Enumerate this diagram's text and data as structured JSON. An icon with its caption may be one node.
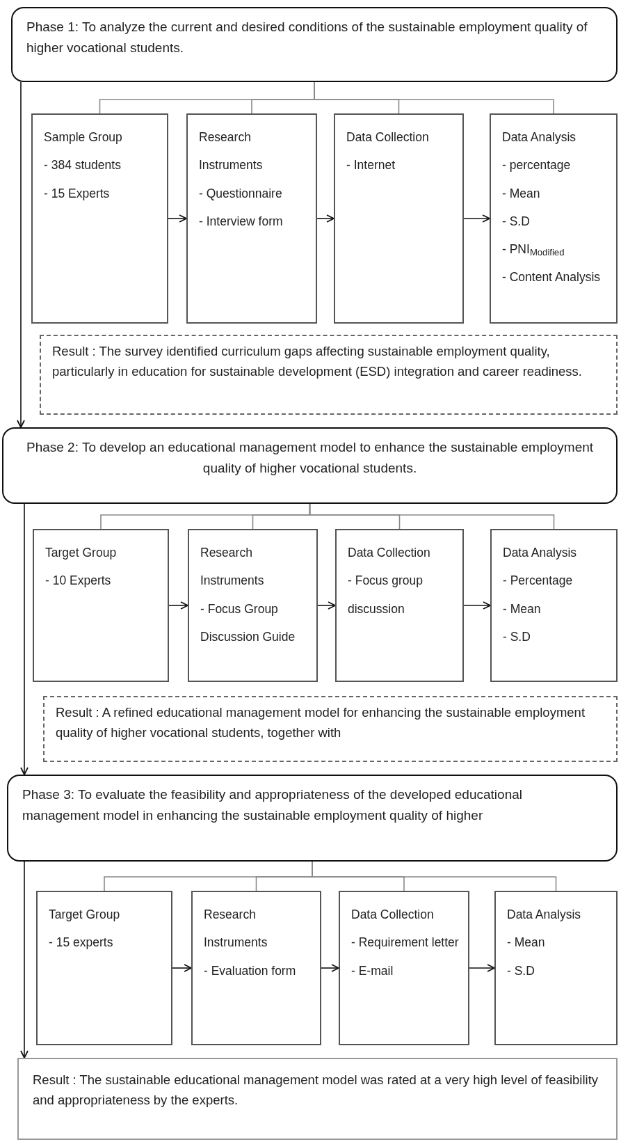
{
  "diagram": {
    "nodes": [
      {
        "text": [
          "Phase 1: To analyze the current and desired conditions of the sustainable employment quality of higher vocational students."
        ]
      },
      {
        "text": [
          "Sample Group",
          "- 384 students",
          "- 15 Experts"
        ]
      },
      {
        "text": [
          "Research Instruments",
          "- Questionnaire",
          "- Interview form"
        ]
      },
      {
        "text": [
          "Data Collection",
          "- Internet"
        ]
      },
      {
        "text": [
          "Data Analysis",
          "- percentage",
          "- Mean",
          "- S.D",
          "- PNI$_{Modified}$",
          "- Content Analysis"
        ]
      },
      {
        "text": [
          "Result : The survey identified curriculum gaps affecting sustainable employment quality, particularly in education for sustainable development (ESD) integration and career readiness."
        ]
      },
      {
        "text": [
          "Phase 2: To develop an educational management model to enhance the sustainable employment quality of higher vocational students."
        ]
      },
      {
        "text": [
          "Target Group",
          "- 10 Experts"
        ]
      },
      {
        "text": [
          "Research Instruments",
          "- Focus Group Discussion Guide"
        ]
      },
      {
        "text": [
          "Data Collection",
          "- Focus group discussion"
        ]
      },
      {
        "text": [
          "Data Analysis",
          "- Percentage",
          "- Mean",
          "- S.D"
        ]
      },
      {
        "text": [
          "Result : A refined educational management model for enhancing the sustainable employment quality of higher vocational students, together with"
        ]
      },
      {
        "text": [
          "Phase 3: To evaluate the feasibility and appropriateness of the developed educational management model in enhancing the sustainable employment quality of higher"
        ]
      },
      {
        "text": [
          "Target Group",
          "- 15 experts"
        ]
      },
      {
        "text": [
          "Research Instruments",
          "- Evaluation form"
        ]
      },
      {
        "text": [
          "Data Collection",
          "- Requirement letter",
          "- E-mail"
        ]
      },
      {
        "text": [
          "Data Analysis",
          "- Mean",
          "- S.D"
        ]
      },
      {
        "text": [
          "Result : The sustainable educational management model was rated at a very high level of feasibility and appropriateness by the experts."
        ]
      }
    ],
    "edges": [
      {
        "from": 0,
        "to": 1,
        "arrow": "none"
      },
      {
        "from": 0,
        "to": 2,
        "arrow": "none"
      },
      {
        "from": 0,
        "to": 3,
        "arrow": "none"
      },
      {
        "from": 0,
        "to": 4,
        "arrow": "none"
      },
      {
        "from": 1,
        "to": 2,
        "arrow": "to",
        "color": "#111111"
      },
      {
        "from": 2,
        "to": 3,
        "arrow": "to",
        "color": "#111111"
      },
      {
        "from": 3,
        "to": 4,
        "arrow": "to",
        "color": "#111111"
      },
      {
        "from": 0,
        "to": 6,
        "arrow": "to",
        "color": "#111111"
      },
      {
        "from": 6,
        "to": 7,
        "arrow": "none"
      },
      {
        "from": 6,
        "to": 8,
        "arrow": "none"
      },
      {
        "from": 6,
        "to": 9,
        "arrow": "none"
      },
      {
        "from": 6,
        "to": 10,
        "arrow": "none"
      },
      {
        "from": 7,
        "to": 8,
        "arrow": "to",
        "color": "#111111"
      },
      {
        "from": 8,
        "to": 9,
        "arrow": "to",
        "color": "#111111"
      },
      {
        "from": 9,
        "to": 10,
        "arrow": "to",
        "color": "#111111"
      },
      {
        "from": 6,
        "to": 12,
        "arrow": "to",
        "color": "#111111"
      },
      {
        "from": 12,
        "to": 13,
        "arrow": "none"
      },
      {
        "from": 12,
        "to": 14,
        "arrow": "none"
      },
      {
        "from": 12,
        "to": 15,
        "arrow": "none"
      },
      {
        "from": 12,
        "to": 16,
        "arrow": "none"
      },
      {
        "from": 13,
        "to": 14,
        "arrow": "to",
        "color": "#111111"
      },
      {
        "from": 14,
        "to": 15,
        "arrow": "to",
        "color": "#111111"
      },
      {
        "from": 15,
        "to": 16,
        "arrow": "to",
        "color": "#111111"
      },
      {
        "from": 12,
        "to": 17,
        "arrow": "to",
        "color": "#111111"
      }
    ]
  }
}
